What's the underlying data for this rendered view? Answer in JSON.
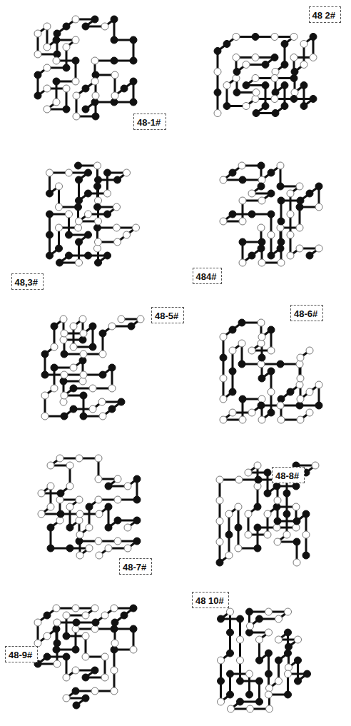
{
  "diagram": {
    "nodes": [
      {
        "text": [
          "48-1#"
        ]
      },
      {
        "text": [
          "48 2#"
        ]
      },
      {
        "text": [
          "48,3#"
        ]
      },
      {
        "text": [
          "484#"
        ]
      },
      {
        "text": [
          "48-5#"
        ]
      },
      {
        "text": [
          "48-6#"
        ]
      },
      {
        "text": [
          "48-8#"
        ]
      },
      {
        "text": [
          "48-7#"
        ]
      },
      {
        "text": [
          "48 10#"
        ]
      },
      {
        "text": [
          "48-9#"
        ]
      }
    ]
  }
}
